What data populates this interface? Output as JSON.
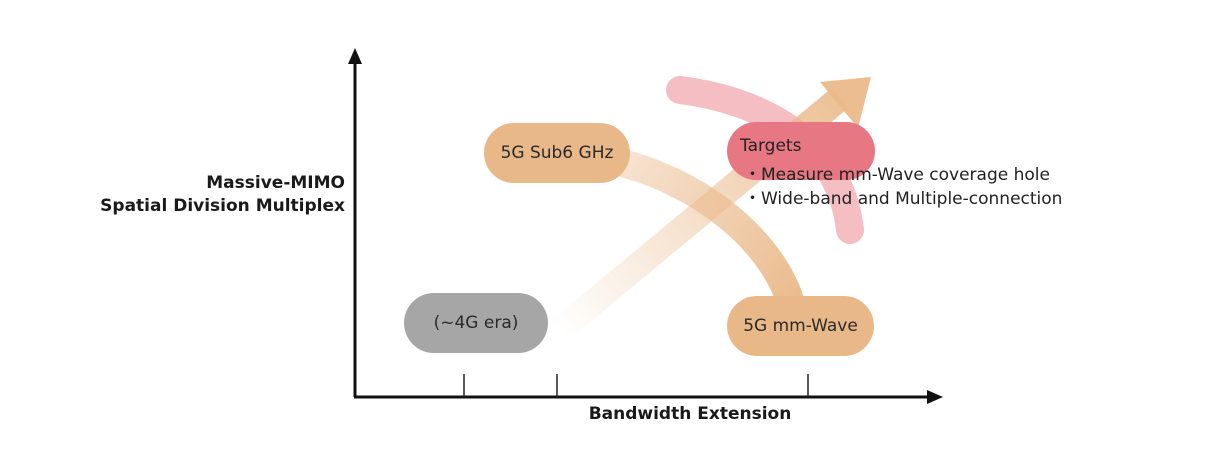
{
  "axes": {
    "y_label_line1": "Massive-MIMO",
    "y_label_line2": "Spatial Division Multiplex",
    "x_label": "Bandwidth Extension"
  },
  "nodes": {
    "era_4g": "(~4G era)",
    "sub6": "5G Sub6 GHz",
    "mmwave": "5G mm-Wave"
  },
  "targets": {
    "title": "Targets",
    "items": [
      "・Measure mm-Wave coverage hole",
      "・Wide-band and Multiple-connection"
    ]
  },
  "colors": {
    "axis": "#111111",
    "era_fill": "#a6a6a6",
    "node_fill": "#e8b889",
    "targets_fill": "#e77883",
    "pink_arc": "#f2b3b8",
    "orange_flow": "#eab98a"
  }
}
